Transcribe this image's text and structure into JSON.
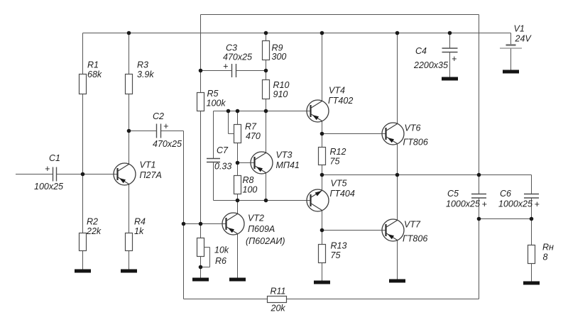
{
  "power_source": {
    "name": "V1",
    "value": "24V"
  },
  "load": {
    "name": "Rн",
    "value": "8"
  },
  "resistors": {
    "r1": {
      "name": "R1",
      "value": "68k"
    },
    "r2": {
      "name": "R2",
      "value": "22k"
    },
    "r3": {
      "name": "R3",
      "value": "3.9k"
    },
    "r4": {
      "name": "R4",
      "value": "1k"
    },
    "r5": {
      "name": "R5",
      "value": "100k"
    },
    "r6": {
      "name": "R6",
      "value": "10k"
    },
    "r7": {
      "name": "R7",
      "value": "470"
    },
    "r8": {
      "name": "R8",
      "value": "100"
    },
    "r9": {
      "name": "R9",
      "value": "300"
    },
    "r10": {
      "name": "R10",
      "value": "910"
    },
    "r11": {
      "name": "R11",
      "value": "20k"
    },
    "r12": {
      "name": "R12",
      "value": "75"
    },
    "r13": {
      "name": "R13",
      "value": "75"
    }
  },
  "capacitors": {
    "c1": {
      "name": "C1",
      "value": "100x25",
      "polarity": "+"
    },
    "c2": {
      "name": "C2",
      "value": "470x25",
      "polarity": "+"
    },
    "c3": {
      "name": "C3",
      "value": "470x25",
      "polarity": "+"
    },
    "c4": {
      "name": "C4",
      "value": "2200x35",
      "polarity": "+"
    },
    "c5": {
      "name": "C5",
      "value": "1000x25",
      "polarity": "+"
    },
    "c6": {
      "name": "C6",
      "value": "1000x25",
      "polarity": "+"
    },
    "c7": {
      "name": "C7",
      "value": "0.33"
    }
  },
  "transistors": {
    "vt1": {
      "name": "VT1",
      "type": "П27А"
    },
    "vt2": {
      "name": "VT2",
      "type": "П609А",
      "alt_type": "(П602АИ)"
    },
    "vt3": {
      "name": "VT3",
      "type": "МП41"
    },
    "vt4": {
      "name": "VT4",
      "type": "ГТ402"
    },
    "vt5": {
      "name": "VT5",
      "type": "ГТ404"
    },
    "vt6": {
      "name": "VT6",
      "type": "ГТ806"
    },
    "vt7": {
      "name": "VT7",
      "type": "ГТ806"
    }
  }
}
